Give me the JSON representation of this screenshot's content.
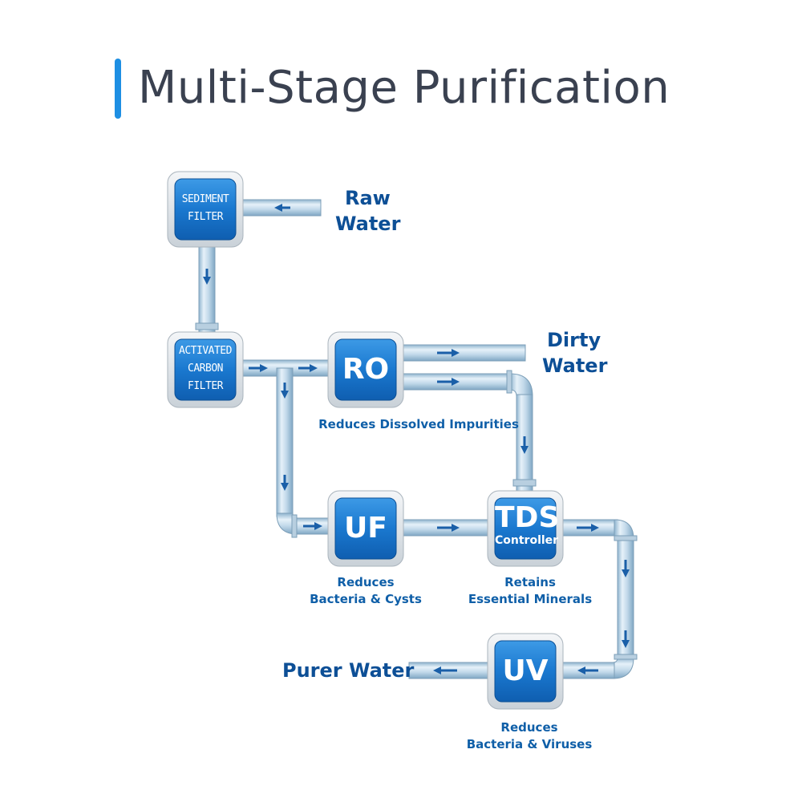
{
  "title": "Multi-Stage Purification",
  "colors": {
    "accent": "#1e8fe3",
    "title_text": "#3a4150",
    "label_text": "#0f5fa8",
    "filter_blue": "#1a78cf",
    "pipe_light": "#cfe3f1"
  },
  "stages": {
    "sediment": {
      "line1": "SEDIMENT",
      "line2": "FILTER"
    },
    "carbon": {
      "line1": "ACTIVATED",
      "line2": "CARBON",
      "line3": "FILTER"
    },
    "ro": {
      "name": "RO",
      "caption": "Reduces Dissolved Impurities"
    },
    "uf": {
      "name": "UF",
      "caption_line1": "Reduces",
      "caption_line2": "Bacteria & Cysts"
    },
    "tds": {
      "name": "TDS",
      "sub": "Controller",
      "caption_line1": "Retains",
      "caption_line2": "Essential Minerals"
    },
    "uv": {
      "name": "UV",
      "caption_line1": "Reduces",
      "caption_line2": "Bacteria & Viruses"
    }
  },
  "flow_labels": {
    "raw_line1": "Raw",
    "raw_line2": "Water",
    "dirty_line1": "Dirty",
    "dirty_line2": "Water",
    "purer": "Purer Water"
  }
}
